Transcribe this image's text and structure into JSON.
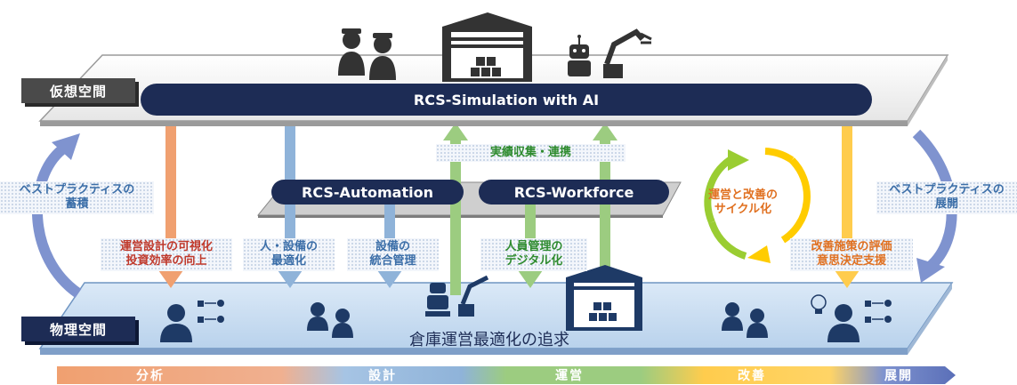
{
  "virtual_space_label": "仮想空間",
  "physical_space_label": "物理空間",
  "platforms": {
    "simulation": "RCS-Simulation with AI",
    "automation": "RCS-Automation",
    "workforce": "RCS-Workforce"
  },
  "labels": {
    "data_collection": "実績収集・連携",
    "best_practice_accumulate": "ベストプラクティスの\n蓄積",
    "best_practice_deploy": "ベストプラクティスの\n展開",
    "operation_design": "運営設計の可視化\n投資効率の向上",
    "people_equipment": "人・設備の\n最適化",
    "equipment_integration": "設備の\n統合管理",
    "workforce_digital": "人員管理の\nデジタル化",
    "cycle": "運営と改善の\nサイクル化",
    "improvement_eval": "改善施策の評価\n意思決定支援",
    "warehouse_goal": "倉庫運営最適化の追求"
  },
  "phases": [
    "分析",
    "設計",
    "運営",
    "改善",
    "展開"
  ],
  "colors": {
    "navy": "#1d2c55",
    "orange": "#f0a070",
    "blue": "#8fb3d9",
    "green": "#9ccc80",
    "yellow": "#ffcc4d",
    "periwinkle": "#7f93cf",
    "dark_gray": "#4a4a4a",
    "text_red": "#c0392b",
    "text_blue": "#3b6ea8",
    "text_green": "#2e8b2e",
    "text_orange": "#e07020"
  }
}
